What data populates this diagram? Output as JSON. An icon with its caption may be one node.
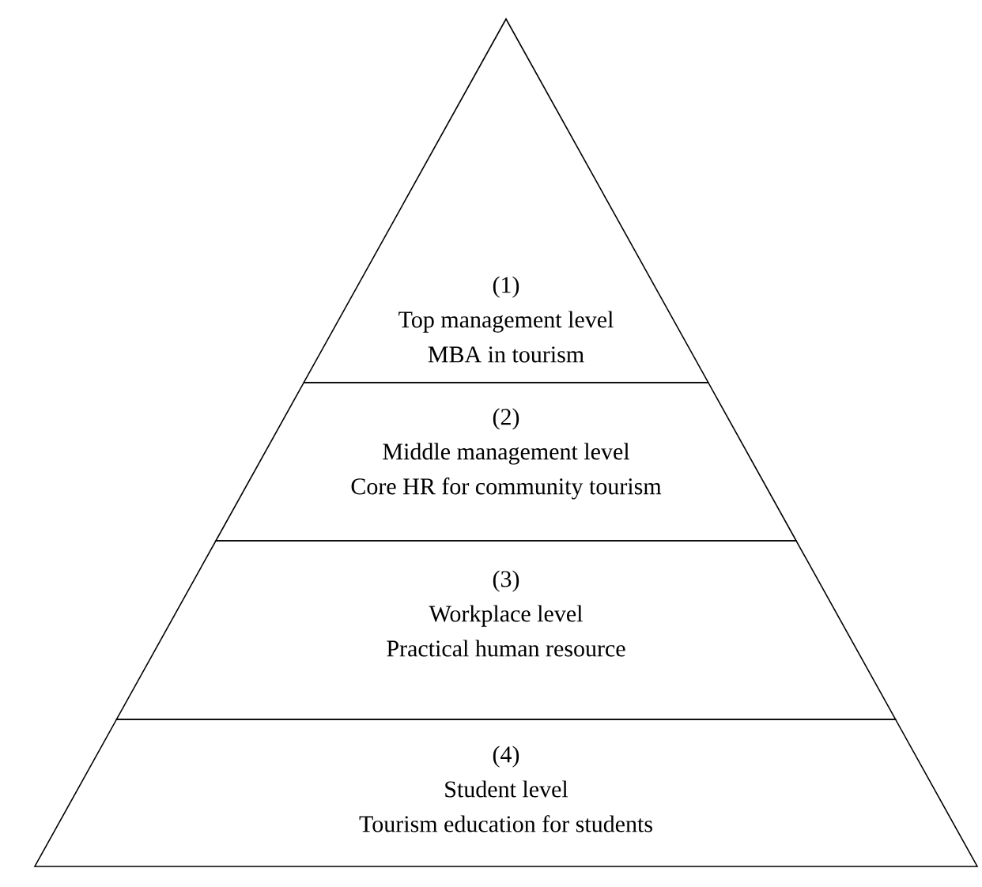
{
  "diagram": {
    "nodes": [
      {
        "text": [
          "(1)",
          "Top management level",
          "MBA in tourism"
        ]
      },
      {
        "text": [
          "(2)",
          "Middle management level",
          "Core HR for community tourism"
        ]
      },
      {
        "text": [
          "(3)",
          "Workplace level",
          "Practical human resource"
        ]
      },
      {
        "text": [
          "(4)",
          "Student level",
          "Tourism education for students"
        ]
      }
    ]
  }
}
